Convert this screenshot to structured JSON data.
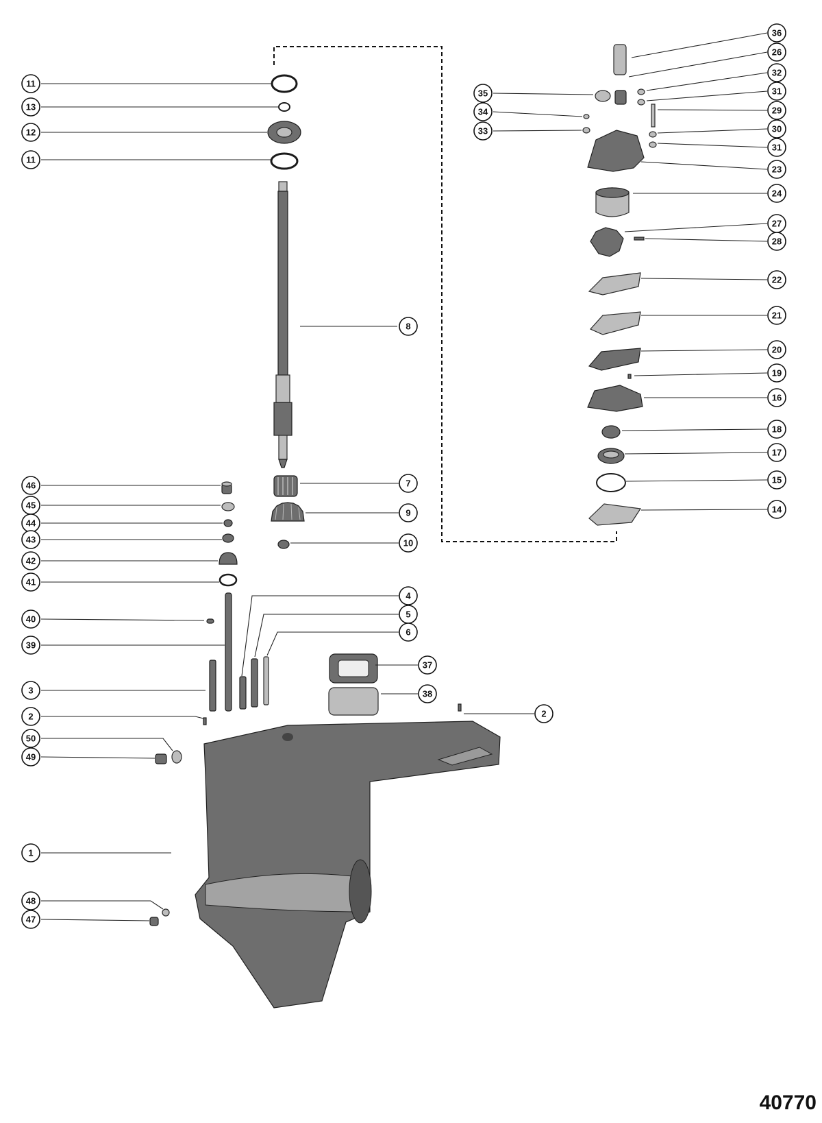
{
  "drawing_number": "40770",
  "callouts": [
    "1",
    "2",
    "3",
    "4",
    "5",
    "6",
    "7",
    "8",
    "9",
    "10",
    "11",
    "12",
    "13",
    "14",
    "15",
    "16",
    "17",
    "18",
    "19",
    "20",
    "21",
    "22",
    "23",
    "24",
    "26",
    "27",
    "28",
    "29",
    "30",
    "31",
    "32",
    "33",
    "34",
    "35",
    "36",
    "37",
    "38",
    "39",
    "40",
    "41",
    "42",
    "43",
    "44",
    "45",
    "46",
    "47",
    "48",
    "49",
    "50"
  ],
  "colors": {
    "line": "#111111",
    "part_fill": "#bdbdbd",
    "part_dark": "#6e6e6e"
  }
}
